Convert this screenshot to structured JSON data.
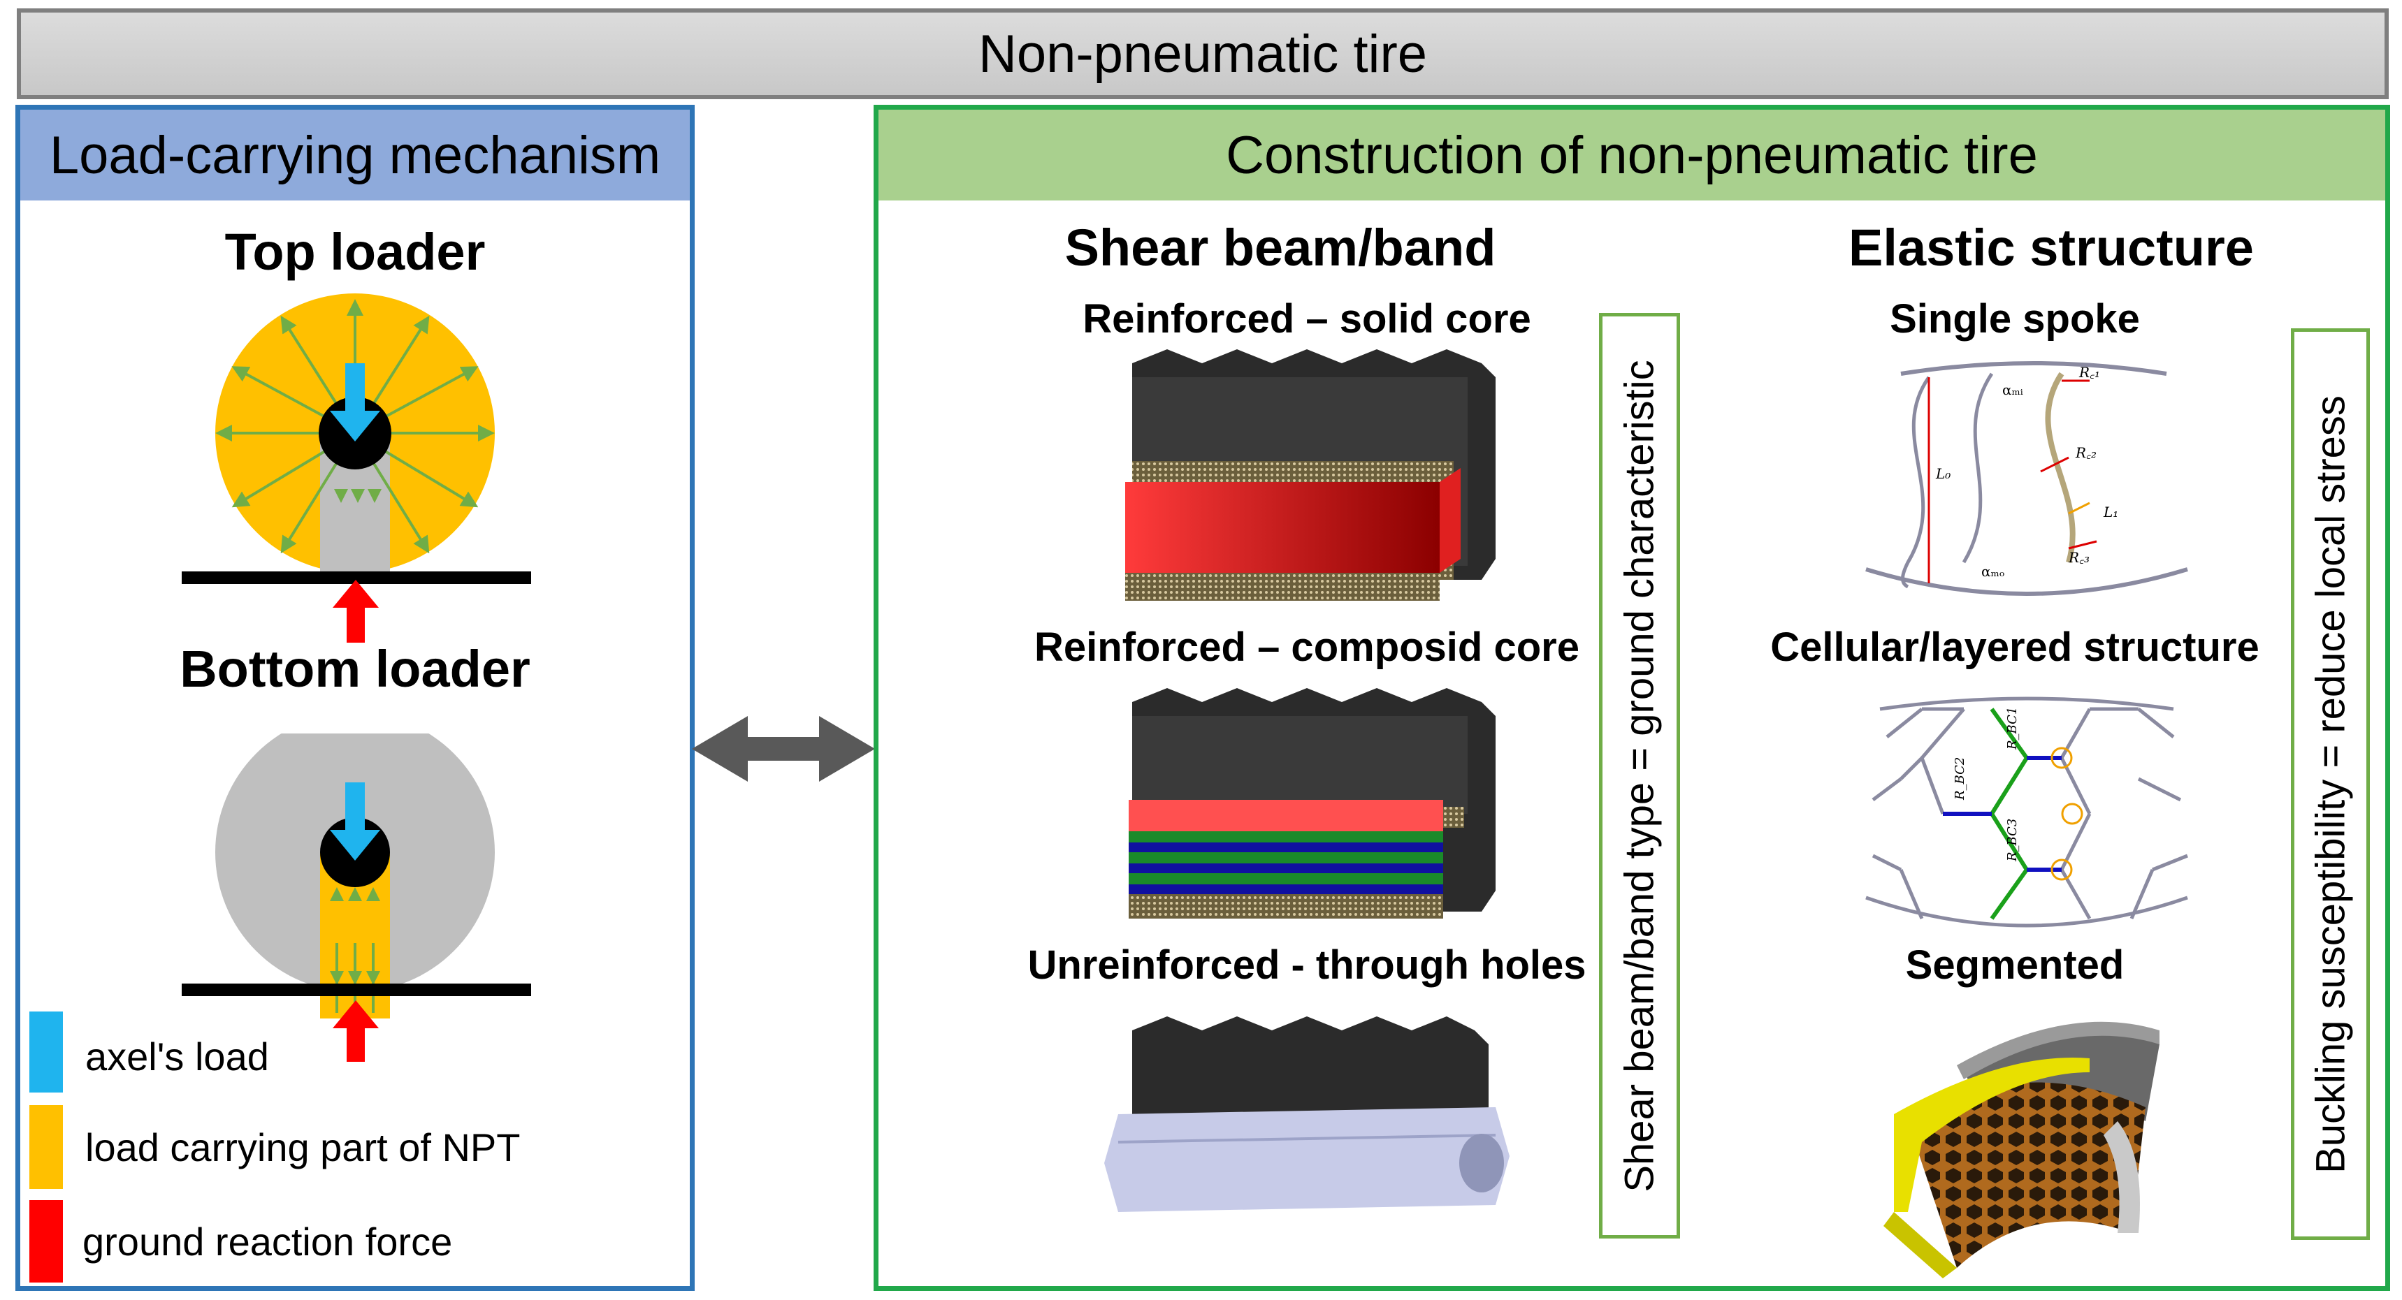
{
  "title": "Non-pneumatic tire",
  "left": {
    "heading": "Load-carrying mechanism",
    "top_loader": "Top loader",
    "bottom_loader": "Bottom loader",
    "legend": [
      {
        "label": "axel's load",
        "color": "#1fb4ee"
      },
      {
        "label": "load carrying part of NPT",
        "color": "#ffc000"
      },
      {
        "label": "ground reaction force",
        "color": "#ff0000"
      }
    ]
  },
  "right": {
    "heading": "Construction of non-pneumatic tire",
    "shear": {
      "title": "Shear beam/band",
      "items": [
        "Reinforced – solid core",
        "Reinforced – composid core",
        "Unreinforced - through holes"
      ],
      "side_label": "Shear beam/band type = ground characteristic"
    },
    "elastic": {
      "title": "Elastic structure",
      "items": [
        "Single spoke",
        "Cellular/layered  structure",
        "Segmented"
      ],
      "side_label": "Buckling susceptibility = reduce local stress"
    }
  },
  "colors": {
    "tire_orange": "#ffc000",
    "tire_gray": "#c0c0c0",
    "arrow_green": "#70ad47",
    "arrow_blue": "#1fb4ee",
    "arrow_red": "#ff0000",
    "core_red": "#c00000"
  },
  "icons": [
    "double-arrow-icon",
    "top-loader-diagram",
    "bottom-loader-diagram",
    "solid-core-band",
    "composite-core-band",
    "through-holes-band",
    "single-spoke-diagram",
    "cellular-structure-diagram",
    "segmented-structure-model"
  ]
}
